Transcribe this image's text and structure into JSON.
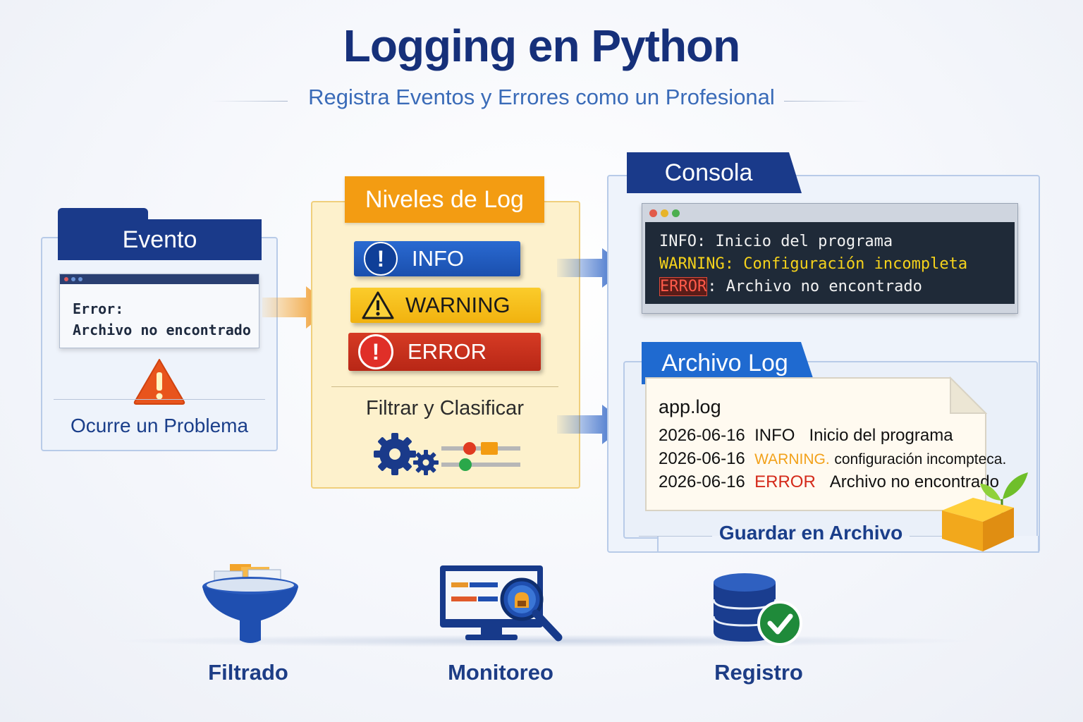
{
  "title": "Logging en Python",
  "subtitle": "Registra Eventos y Errores como un Profesional",
  "evento": {
    "tab": "Evento",
    "error_line1": "Error:",
    "error_line2": "Archivo no encontrado",
    "caption": "Ocurre un Problema"
  },
  "niveles": {
    "tab": "Niveles de Log",
    "levels": [
      {
        "label": "INFO",
        "color": "#1d56b8"
      },
      {
        "label": "WARNING",
        "color": "#f5be1a"
      },
      {
        "label": "ERROR",
        "color": "#c8301d"
      }
    ],
    "caption": "Filtrar y Clasificar"
  },
  "consola": {
    "tab": "Consola",
    "lines": [
      {
        "level": "INFO",
        "message": ": Inicio del programa"
      },
      {
        "level": "WARNING",
        "message": ": Configuración incompleta"
      },
      {
        "level": "ERROR",
        "message": ": Archivo no encontrado"
      }
    ]
  },
  "archivo": {
    "tab": "Archivo Log",
    "filename": "app.log",
    "lines": [
      {
        "date": "2026-06-16",
        "level": "INFO",
        "message": "Inicio del programa"
      },
      {
        "date": "2026-06-16",
        "level": "WARNING.",
        "message": "configuración incompteca."
      },
      {
        "date": "2026-06-16",
        "level": "ERROR",
        "message": "Archivo no encontrado"
      }
    ],
    "caption": "Guardar en Archivo"
  },
  "footer": {
    "filtrado": "Filtrado",
    "monitoreo": "Monitoreo",
    "registro": "Registro"
  },
  "colors": {
    "navy": "#16307a",
    "orange": "#f39c12",
    "blue": "#1d56b8",
    "yellow": "#f5be1a",
    "red": "#c8301d"
  }
}
